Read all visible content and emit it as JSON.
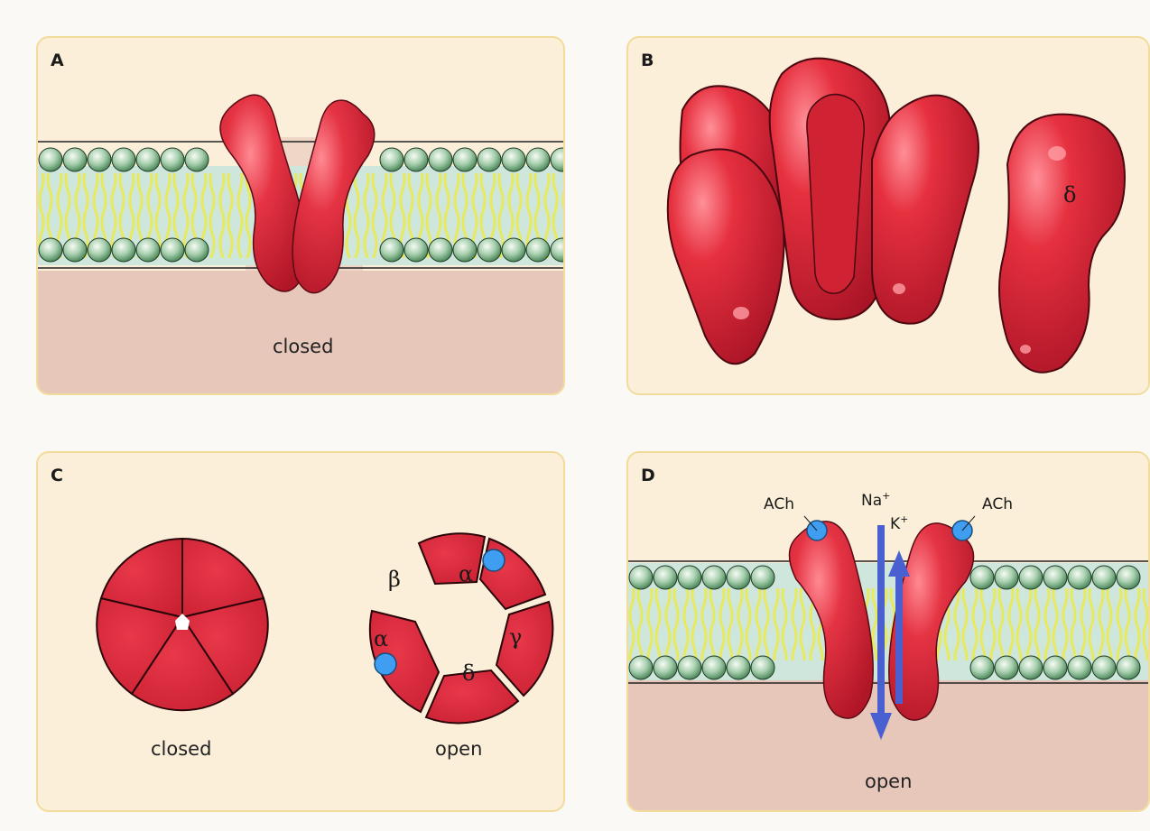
{
  "panels": {
    "a": {
      "label": "A",
      "caption": "closed"
    },
    "b": {
      "label": "B",
      "subunit": "δ"
    },
    "c": {
      "label": "C",
      "caption_left": "closed",
      "caption_right": "open",
      "subunits": [
        "β",
        "α",
        "γ",
        "δ",
        "α"
      ]
    },
    "d": {
      "label": "D",
      "caption": "open",
      "ion_in": "Na",
      "ion_out": "K",
      "ion_charge": "+",
      "ligand_left": "ACh",
      "ligand_right": "ACh"
    }
  },
  "colors": {
    "protein": "#dc2a3a",
    "protein_dark": "#8e1020",
    "head": "#5e9e6a",
    "tail": "#e8ec6a",
    "core": "#cfe6dc",
    "below": "#e9c8bc",
    "panel": "#fbefd9",
    "arrow": "#4a5fd0",
    "ligand": "#3f9df2"
  }
}
